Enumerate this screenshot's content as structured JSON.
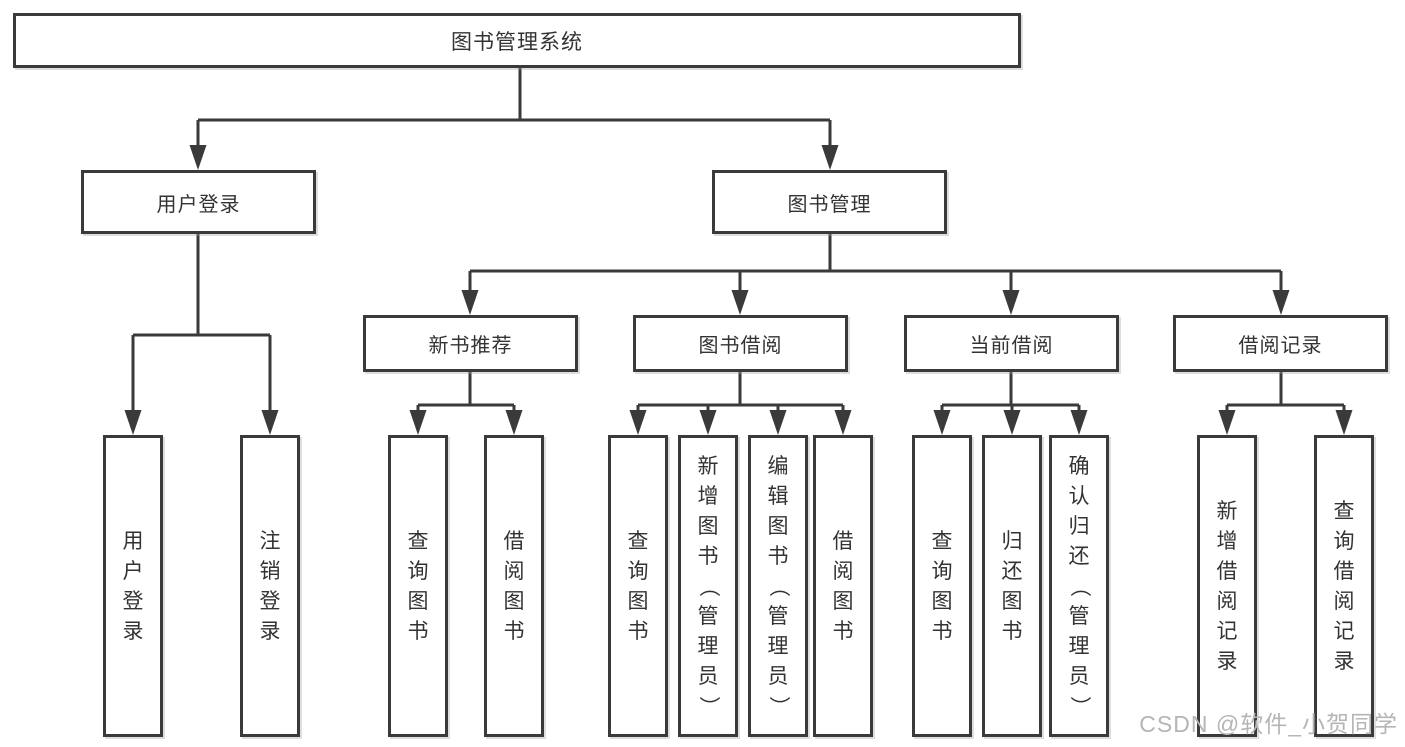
{
  "tree": {
    "root": {
      "label": "图书管理系统"
    },
    "branches": [
      {
        "label": "用户登录",
        "leaves": [
          "用户登录",
          "注销登录"
        ]
      },
      {
        "label": "图书管理",
        "groups": [
          {
            "label": "新书推荐",
            "leaves": [
              "查询图书",
              "借阅图书"
            ]
          },
          {
            "label": "图书借阅",
            "leaves": [
              "查询图书",
              "新增图书（管理员）",
              "编辑图书（管理员）",
              "借阅图书"
            ]
          },
          {
            "label": "当前借阅",
            "leaves": [
              "查询图书",
              "归还图书",
              "确认归还（管理员）"
            ]
          },
          {
            "label": "借阅记录",
            "leaves": [
              "新增借阅记录",
              "查询借阅记录"
            ]
          }
        ]
      }
    ]
  },
  "watermark": "CSDN @软件_小贺同学",
  "colors": {
    "line": "#3a3a3a",
    "box_border": "#3a3a3a",
    "box_fill": "#ffffff",
    "text": "#333333",
    "watermark": "#b5b5b5",
    "background": "#ffffff"
  }
}
